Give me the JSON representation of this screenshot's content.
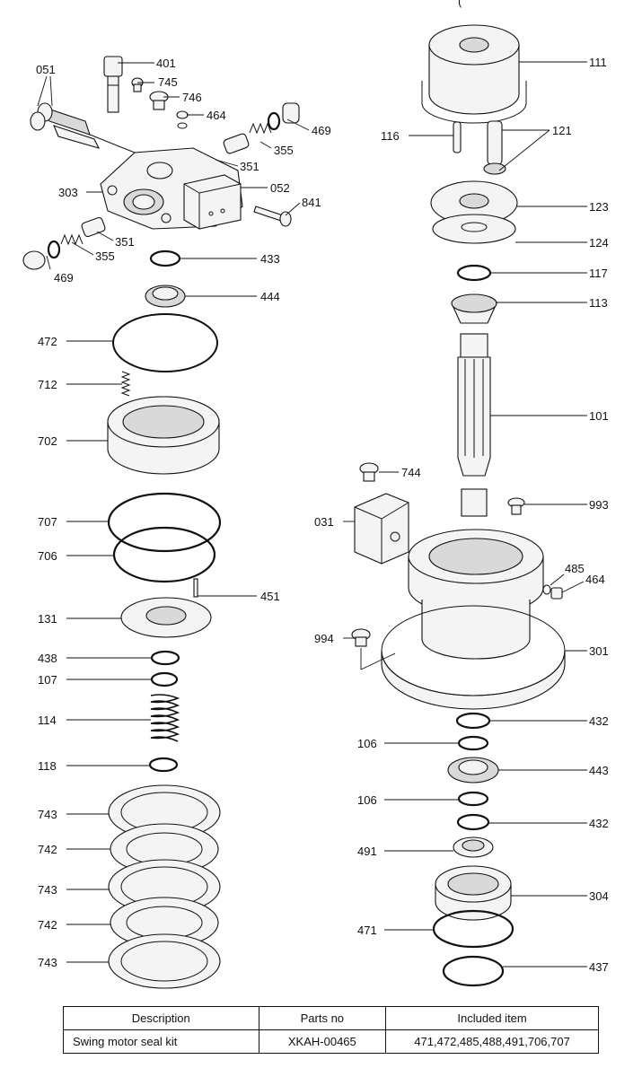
{
  "header_partial": "(",
  "callouts": [
    {
      "id": "c401",
      "label": "401"
    },
    {
      "id": "c051",
      "label": "051"
    },
    {
      "id": "c745",
      "label": "745"
    },
    {
      "id": "c746",
      "label": "746"
    },
    {
      "id": "c464a",
      "label": "464"
    },
    {
      "id": "c469a",
      "label": "469"
    },
    {
      "id": "c355a",
      "label": "355"
    },
    {
      "id": "c351a",
      "label": "351"
    },
    {
      "id": "c303",
      "label": "303"
    },
    {
      "id": "c052",
      "label": "052"
    },
    {
      "id": "c841",
      "label": "841"
    },
    {
      "id": "c351b",
      "label": "351"
    },
    {
      "id": "c355b",
      "label": "355"
    },
    {
      "id": "c469b",
      "label": "469"
    },
    {
      "id": "c433",
      "label": "433"
    },
    {
      "id": "c444",
      "label": "444"
    },
    {
      "id": "c472",
      "label": "472"
    },
    {
      "id": "c712",
      "label": "712"
    },
    {
      "id": "c702",
      "label": "702"
    },
    {
      "id": "c707",
      "label": "707"
    },
    {
      "id": "c706",
      "label": "706"
    },
    {
      "id": "c451",
      "label": "451"
    },
    {
      "id": "c131",
      "label": "131"
    },
    {
      "id": "c438",
      "label": "438"
    },
    {
      "id": "c107",
      "label": "107"
    },
    {
      "id": "c114",
      "label": "114"
    },
    {
      "id": "c118",
      "label": "118"
    },
    {
      "id": "c743a",
      "label": "743"
    },
    {
      "id": "c742a",
      "label": "742"
    },
    {
      "id": "c743b",
      "label": "743"
    },
    {
      "id": "c742b",
      "label": "742"
    },
    {
      "id": "c743c",
      "label": "743"
    },
    {
      "id": "c111",
      "label": "111"
    },
    {
      "id": "c116",
      "label": "116"
    },
    {
      "id": "c121",
      "label": "121"
    },
    {
      "id": "c123",
      "label": "123"
    },
    {
      "id": "c124",
      "label": "124"
    },
    {
      "id": "c117",
      "label": "117"
    },
    {
      "id": "c113",
      "label": "113"
    },
    {
      "id": "c101",
      "label": "101"
    },
    {
      "id": "c744",
      "label": "744"
    },
    {
      "id": "c031",
      "label": "031"
    },
    {
      "id": "c993",
      "label": "993"
    },
    {
      "id": "c485",
      "label": "485"
    },
    {
      "id": "c464b",
      "label": "464"
    },
    {
      "id": "c994",
      "label": "994"
    },
    {
      "id": "c301",
      "label": "301"
    },
    {
      "id": "c432a",
      "label": "432"
    },
    {
      "id": "c106a",
      "label": "106"
    },
    {
      "id": "c443",
      "label": "443"
    },
    {
      "id": "c106b",
      "label": "106"
    },
    {
      "id": "c432b",
      "label": "432"
    },
    {
      "id": "c491",
      "label": "491"
    },
    {
      "id": "c304",
      "label": "304"
    },
    {
      "id": "c471",
      "label": "471"
    },
    {
      "id": "c437",
      "label": "437"
    }
  ],
  "table": {
    "headers": {
      "description": "Description",
      "parts_no": "Parts no",
      "included": "Included item"
    },
    "rows": [
      {
        "description": "Swing motor seal kit",
        "parts_no": "XKAH-00465",
        "included": "471,472,485,488,491,706,707"
      }
    ]
  }
}
